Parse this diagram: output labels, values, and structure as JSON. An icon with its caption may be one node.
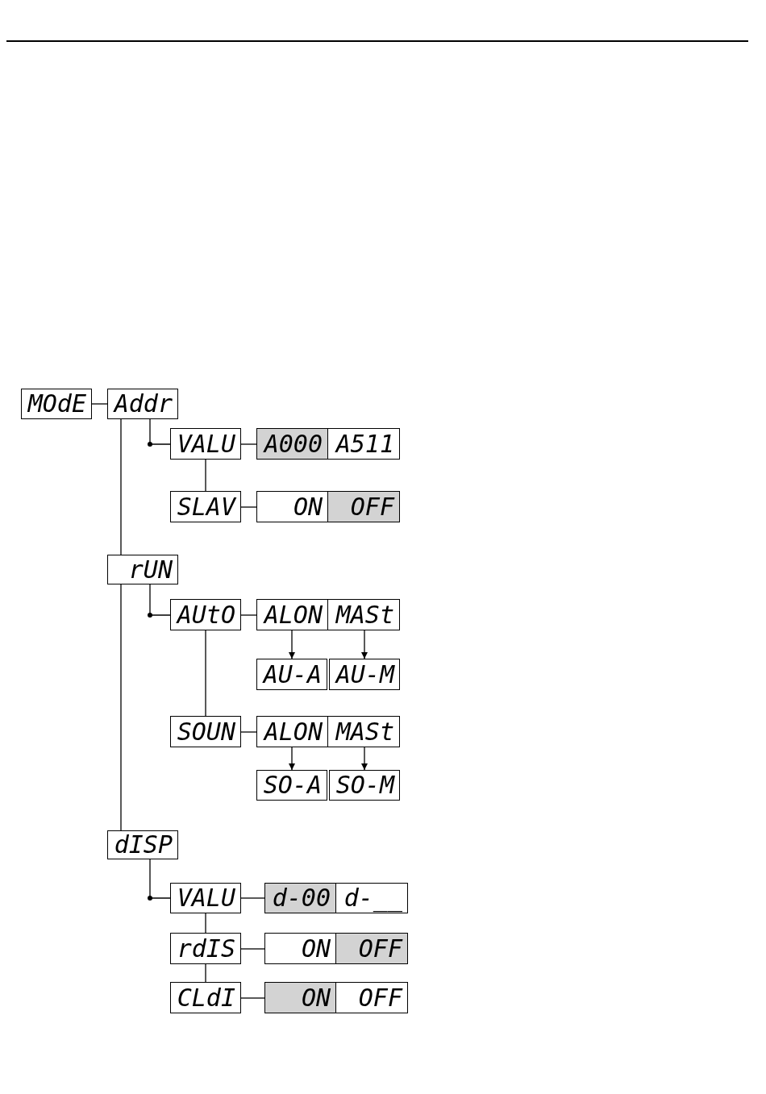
{
  "diagram": {
    "nodes": [
      {
        "text": [
          "MOdE"
        ]
      },
      {
        "text": [
          "Addr"
        ]
      },
      {
        "text": [
          "VALU"
        ]
      },
      {
        "text": [
          "A000"
        ]
      },
      {
        "text": [
          "A511"
        ]
      },
      {
        "text": [
          "SLAV"
        ]
      },
      {
        "text": [
          "ON"
        ]
      },
      {
        "text": [
          "OFF"
        ]
      },
      {
        "text": [
          "rUN"
        ]
      },
      {
        "text": [
          "AUtO"
        ]
      },
      {
        "text": [
          "ALON"
        ]
      },
      {
        "text": [
          "MASt"
        ]
      },
      {
        "text": [
          "AU-A"
        ]
      },
      {
        "text": [
          "AU-M"
        ]
      },
      {
        "text": [
          "SOUN"
        ]
      },
      {
        "text": [
          "ALON"
        ]
      },
      {
        "text": [
          "MASt"
        ]
      },
      {
        "text": [
          "SO-A"
        ]
      },
      {
        "text": [
          "SO-M"
        ]
      },
      {
        "text": [
          "dISP"
        ]
      },
      {
        "text": [
          "VALU"
        ]
      },
      {
        "text": [
          "d-00"
        ]
      },
      {
        "text": [
          "d-__"
        ]
      },
      {
        "text": [
          "rdIS"
        ]
      },
      {
        "text": [
          "ON"
        ]
      },
      {
        "text": [
          "OFF"
        ]
      },
      {
        "text": [
          "CLdI"
        ]
      },
      {
        "text": [
          "ON"
        ]
      },
      {
        "text": [
          "OFF"
        ]
      }
    ],
    "edges": [
      {
        "from": 0,
        "to": 1,
        "arrow": "none"
      },
      {
        "from": 1,
        "to": 8,
        "arrow": "none"
      },
      {
        "from": 1,
        "to": 2,
        "arrow": "none"
      },
      {
        "from": 2,
        "to": 3,
        "arrow": "none"
      },
      {
        "from": 2,
        "to": 5,
        "arrow": "none"
      },
      {
        "from": 5,
        "to": 6,
        "arrow": "none"
      },
      {
        "from": 8,
        "to": 19,
        "arrow": "none"
      },
      {
        "from": 8,
        "to": 9,
        "arrow": "none"
      },
      {
        "from": 9,
        "to": 10,
        "arrow": "none"
      },
      {
        "from": 9,
        "to": 14,
        "arrow": "none"
      },
      {
        "from": 10,
        "to": 12,
        "arrow": "to"
      },
      {
        "from": 11,
        "to": 13,
        "arrow": "to"
      },
      {
        "from": 14,
        "to": 15,
        "arrow": "none"
      },
      {
        "from": 15,
        "to": 17,
        "arrow": "to"
      },
      {
        "from": 16,
        "to": 18,
        "arrow": "to"
      },
      {
        "from": 19,
        "to": 20,
        "arrow": "none"
      },
      {
        "from": 20,
        "to": 21,
        "arrow": "none"
      },
      {
        "from": 20,
        "to": 23,
        "arrow": "none"
      },
      {
        "from": 23,
        "to": 24,
        "arrow": "none"
      },
      {
        "from": 23,
        "to": 26,
        "arrow": "none"
      },
      {
        "from": 26,
        "to": 27,
        "arrow": "none"
      }
    ]
  }
}
